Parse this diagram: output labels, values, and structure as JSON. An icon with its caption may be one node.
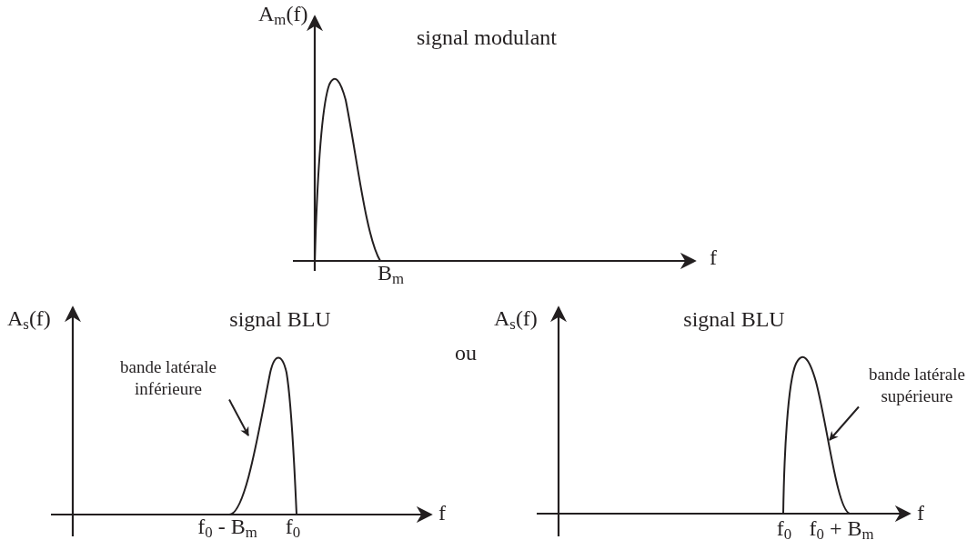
{
  "diagram": {
    "nodes": [
      {
        "text": [
          "bande latérale inférieure"
        ]
      },
      {
        "text": [],
        "shape": "curve"
      },
      {
        "text": [
          "bande latérale supérieure"
        ]
      },
      {
        "text": [],
        "shape": "curve"
      }
    ],
    "edges": [
      {
        "from": 0,
        "to": 1,
        "arrow": "to"
      },
      {
        "from": 2,
        "to": 3,
        "arrow": "to"
      }
    ],
    "labels": [
      "A$_{m}$(f)",
      "signal modulant",
      "f",
      "B$_{m}$",
      "A$_{s}$(f)",
      "signal BLU",
      "ou",
      "f$_{0}$ - B$_{m}$",
      "f$_{0}$",
      "f",
      "A$_{s}$(f)",
      "signal BLU",
      "f$_{0}$",
      "f$_{0}$ + B$_{m}$",
      "f"
    ]
  }
}
